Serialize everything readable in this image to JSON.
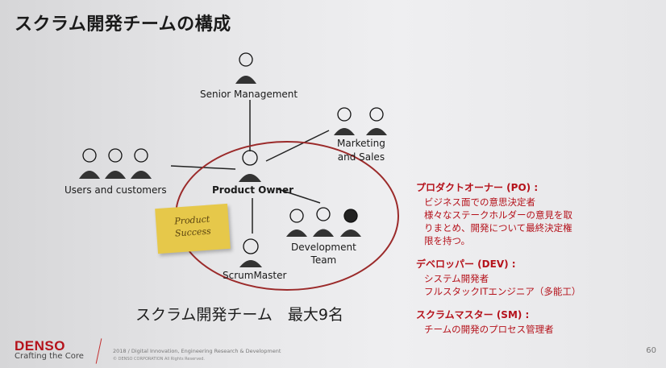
{
  "title": "スクラム開発チームの構成",
  "diagram": {
    "senior": "Senior Management",
    "marketing": "Marketing\nand Sales",
    "users": "Users and customers",
    "po": "Product Owner",
    "dev": "Development\nTeam",
    "sm": "ScrumMaster",
    "sticky": "Product\nSuccess"
  },
  "team_title": "スクラム開発チーム　最大9名",
  "roles": [
    {
      "heading": "プロダクトオーナー (PO) :",
      "desc": "ビジネス面での意思決定者\n様々なステークホルダーの意見を取\nりまとめ、開発について最終決定権\n限を持つ。"
    },
    {
      "heading": "デベロッパー (DEV) :",
      "desc": "システム開発者\nフルスタックITエンジニア（多能工）"
    },
    {
      "heading": "スクラムマスター (SM) :",
      "desc": "チームの開発のプロセス管理者"
    }
  ],
  "footer": {
    "logo": "DENSO",
    "tagline": "Crafting the Core",
    "line1": "2018 / Digital Innovation, Engineering Research & Development",
    "line2": "© DENSO CORPORATION All Rights Reserved.",
    "page": "60"
  },
  "colors": {
    "accent": "#b5121b",
    "ellipse": "#9b2a2a",
    "sticky": "#e6c84a"
  }
}
